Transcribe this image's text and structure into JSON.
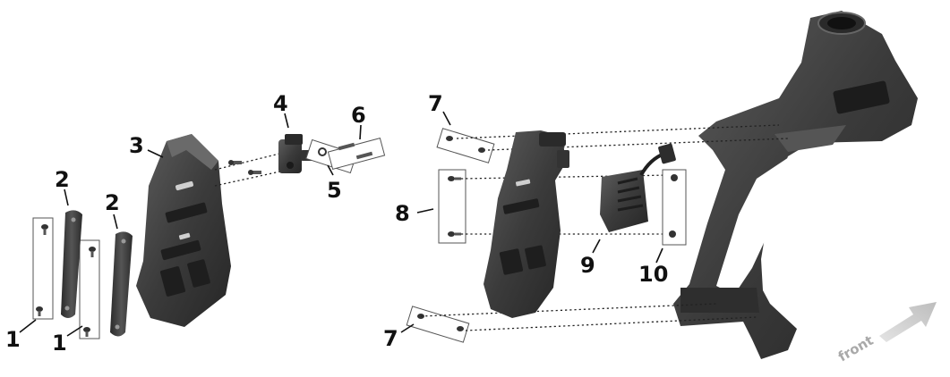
{
  "callouts": {
    "c1a": "1",
    "c1b": "1",
    "c2a": "2",
    "c2b": "2",
    "c3": "3",
    "c4": "4",
    "c5": "5",
    "c6": "6",
    "c7a": "7",
    "c7b": "7",
    "c8": "8",
    "c9": "9",
    "c10": "10"
  },
  "direction_label": "front",
  "colors": {
    "part": "#3a3a3a",
    "part_dark": "#222222",
    "part_light": "#6a6a6a",
    "arrow": "#c8c8c8"
  },
  "icons": {
    "direction_arrow": "arrow-right-up-icon"
  }
}
